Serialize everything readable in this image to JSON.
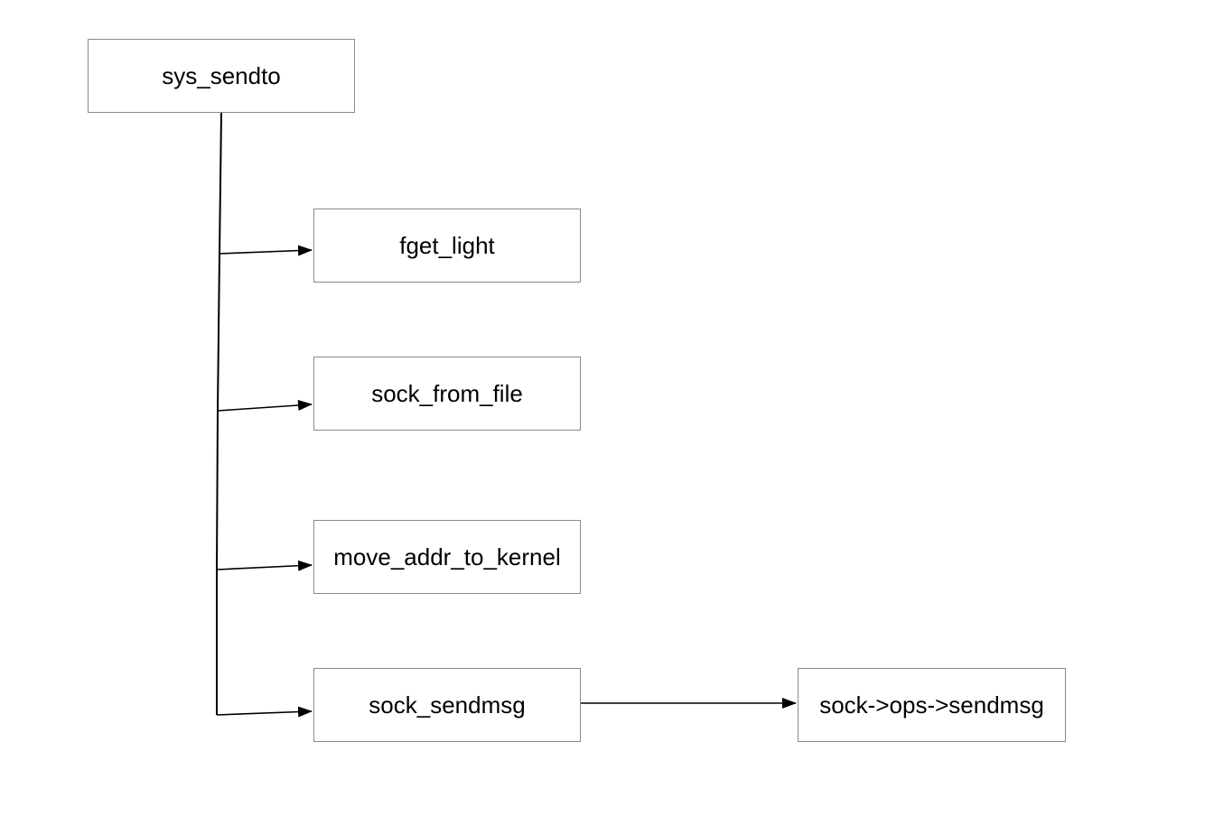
{
  "diagram": {
    "nodes": [
      {
        "id": "sys_sendto",
        "label": "sys_sendto"
      },
      {
        "id": "fget_light",
        "label": "fget_light"
      },
      {
        "id": "sock_from_file",
        "label": "sock_from_file"
      },
      {
        "id": "move_addr_to_kernel",
        "label": "move_addr_to_kernel"
      },
      {
        "id": "sock_sendmsg",
        "label": "sock_sendmsg"
      },
      {
        "id": "sock_ops_sendmsg",
        "label": "sock->ops->sendmsg"
      }
    ],
    "edges": [
      {
        "from": "sys_sendto",
        "to": "fget_light"
      },
      {
        "from": "sys_sendto",
        "to": "sock_from_file"
      },
      {
        "from": "sys_sendto",
        "to": "move_addr_to_kernel"
      },
      {
        "from": "sys_sendto",
        "to": "sock_sendmsg"
      },
      {
        "from": "sock_sendmsg",
        "to": "sock_ops_sendmsg"
      }
    ],
    "colors": {
      "line": "#000000",
      "box_border": "#8a8a8a",
      "background": "#ffffff"
    }
  }
}
